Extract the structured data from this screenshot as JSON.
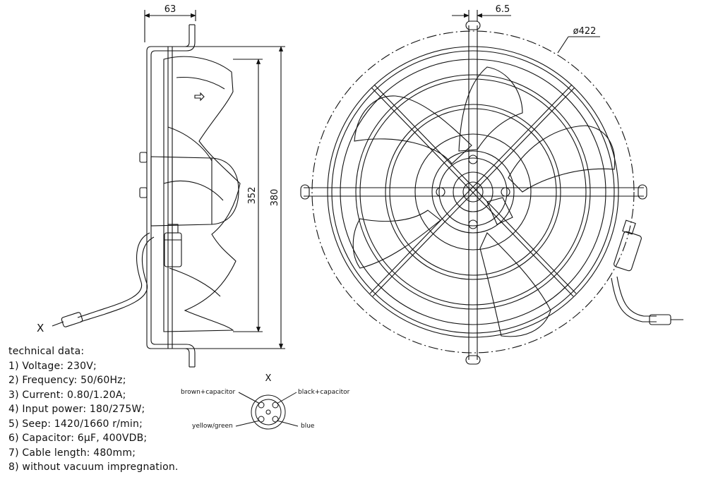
{
  "dimensions": {
    "depth": "63",
    "blade_height": "352",
    "guard_height": "380",
    "bracket_offset": "6.5",
    "guard_diameter": "ø422"
  },
  "cable_end_marker": "X",
  "connector": {
    "title": "X",
    "labels": {
      "brown": "brown+capacitor",
      "black": "black+capacitor",
      "yellow_green": "yellow/green",
      "blue": "blue"
    }
  },
  "technical_data": {
    "heading": "technical data:",
    "lines": [
      "1) Voltage: 230V;",
      "2) Frequency: 50/60Hz;",
      "3) Current: 0.80/1.20A;",
      "4) Input power: 180/275W;",
      "5) Seep: 1420/1660 r/min;",
      "6) Capacitor: 6μF, 400VDB;",
      "7) Cable length: 480mm;",
      "8) without vacuum impregnation."
    ]
  }
}
